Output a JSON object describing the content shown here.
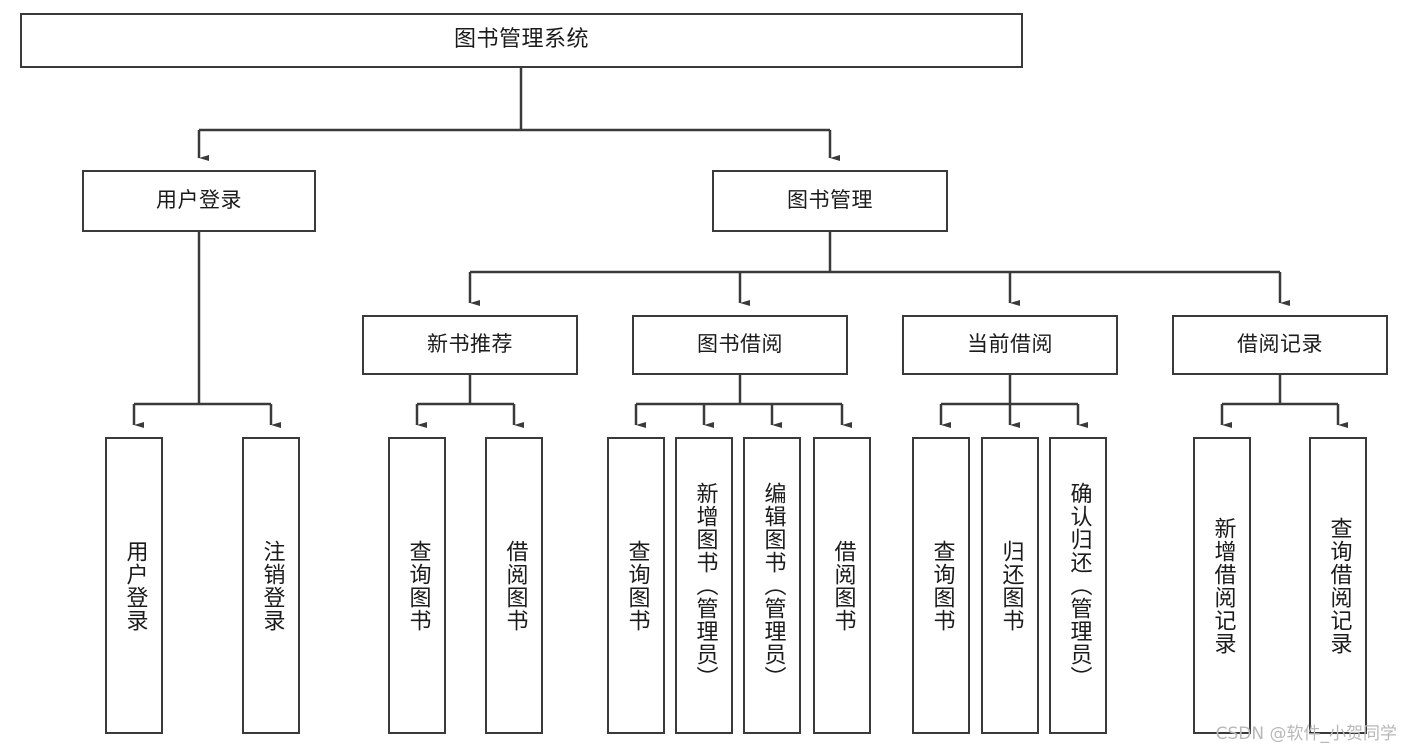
{
  "diagram": {
    "type": "tree-hierarchy",
    "title": "图书管理系统",
    "orientation": "top-down",
    "colors": {
      "node_border": "#3a3a3a",
      "node_fill": "#ffffff",
      "edge": "#3a3a3a",
      "text": "#1b1b1b",
      "watermark": "#b8b8b8",
      "background": "#ffffff"
    },
    "root": {
      "label": "图书管理系统"
    },
    "level2": [
      {
        "label": "用户登录"
      },
      {
        "label": "图书管理"
      }
    ],
    "level3": [
      {
        "label": "新书推荐"
      },
      {
        "label": "图书借阅"
      },
      {
        "label": "当前借阅"
      },
      {
        "label": "借阅记录"
      }
    ],
    "leaves": {
      "user_login": [
        {
          "label": "用户登录"
        },
        {
          "label": "注销登录"
        }
      ],
      "new_book_recommend": [
        {
          "label": "查询图书"
        },
        {
          "label": "借阅图书"
        }
      ],
      "book_borrow": [
        {
          "label": "查询图书"
        },
        {
          "label": "新增图书（管理员）"
        },
        {
          "label": "编辑图书（管理员）"
        },
        {
          "label": "借阅图书"
        }
      ],
      "current_borrow": [
        {
          "label": "查询图书"
        },
        {
          "label": "归还图书"
        },
        {
          "label": "确认归还（管理员）"
        }
      ],
      "borrow_record": [
        {
          "label": "新增借阅记录"
        },
        {
          "label": "查询借阅记录"
        }
      ]
    }
  },
  "watermark": {
    "text": "CSDN @软件_小贺同学"
  }
}
